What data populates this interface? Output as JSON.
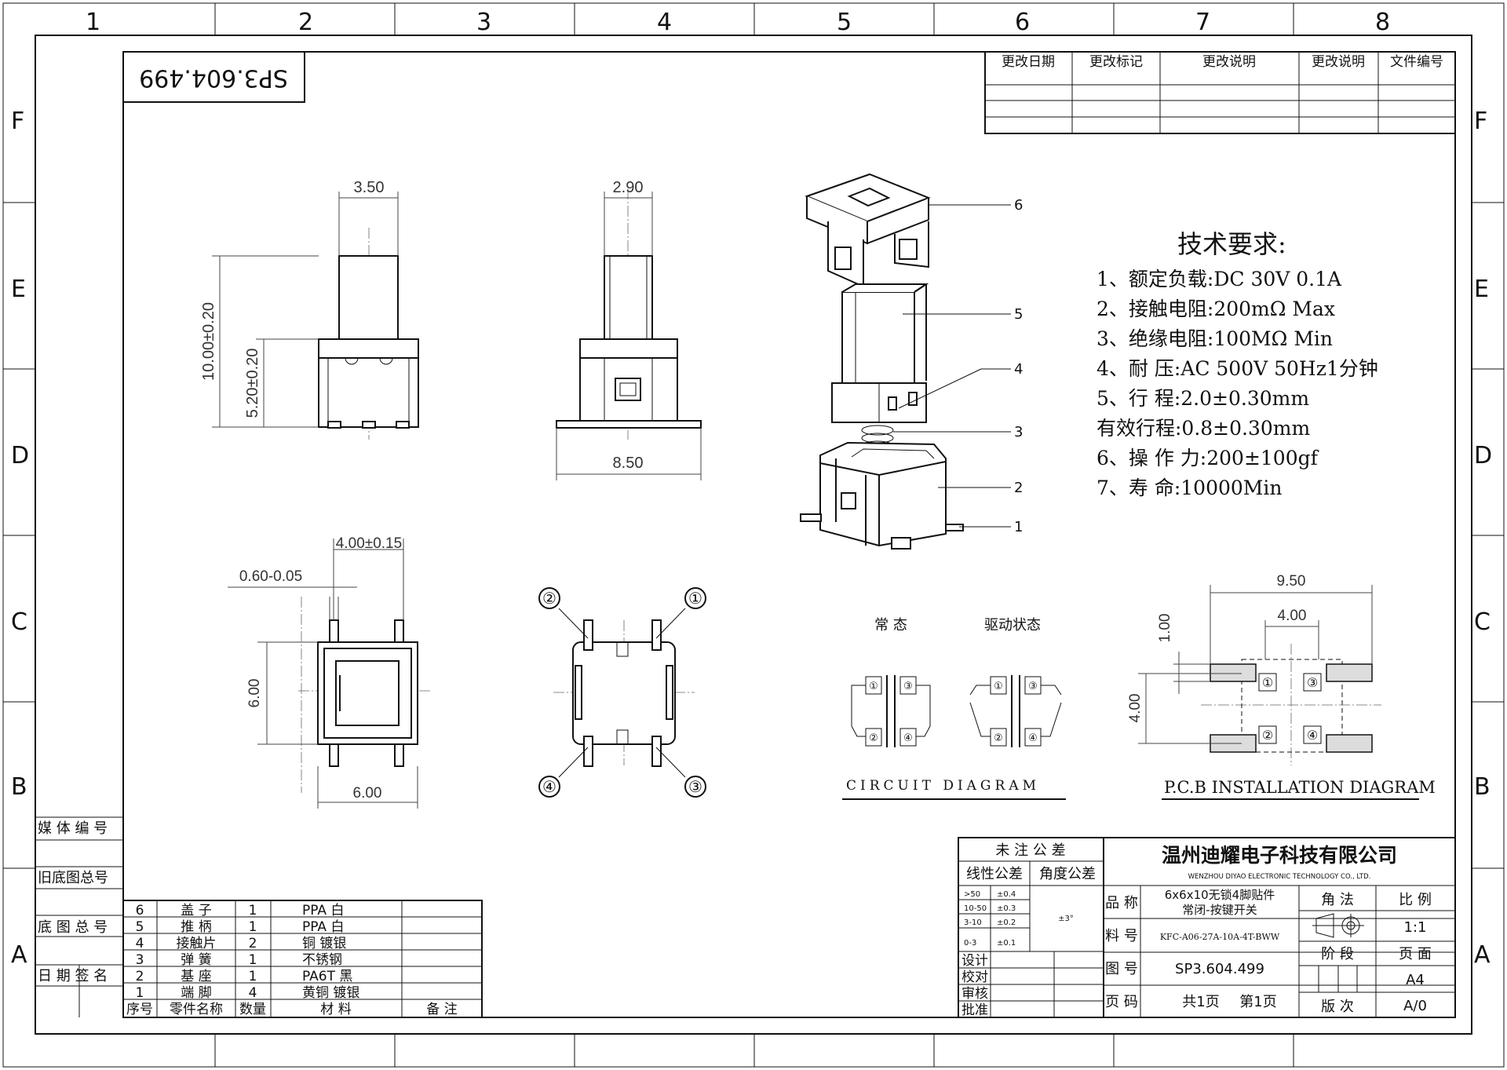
{
  "grid": {
    "columns": [
      "1",
      "2",
      "3",
      "4",
      "5",
      "6",
      "7",
      "8"
    ],
    "rows": [
      "F",
      "E",
      "D",
      "C",
      "B",
      "A"
    ]
  },
  "drawing_number_stamp": "SP3.604.499",
  "revision_table": {
    "headers": [
      "更改日期",
      "更改标记",
      "更改说明",
      "更改说明",
      "文件编号"
    ]
  },
  "views": {
    "front": {
      "dim_width": "3.50",
      "dim_height_total": "10.00±0.20",
      "dim_height_body": "5.20±0.20"
    },
    "side": {
      "dim_width": "2.90",
      "dim_base": "8.50"
    },
    "top": {
      "dim_pin": "4.00±0.15",
      "dim_pin_width": "0.60-0.05",
      "dim_body_h": "6.00",
      "dim_body_w": "6.00"
    },
    "bottom": {
      "pins": [
        "②",
        "①",
        "④",
        "③"
      ]
    }
  },
  "exploded_callouts": [
    "6",
    "5",
    "4",
    "3",
    "2",
    "1"
  ],
  "tech_requirements": {
    "title": "技术要求:",
    "items": [
      "1、额定负载:DC 30V 0.1A",
      "2、接触电阻:200mΩ Max",
      "3、绝缘电阻:100MΩ Min",
      "4、耐    压:AC 500V 50Hz1分钟",
      "5、行    程:2.0±0.30mm",
      "   有效行程:0.8±0.30mm",
      "6、操 作 力:200±100gf",
      "7、寿    命:10000Min"
    ]
  },
  "circuit": {
    "normal_label": "常  态",
    "driven_label": "驱动状态",
    "title": "CIRCUIT  DIAGRAM",
    "pins": [
      "①",
      "③",
      "②",
      "④"
    ]
  },
  "pcb": {
    "title": "P.C.B INSTALLATION DIAGRAM",
    "dim_outer": "9.50",
    "dim_inner": "4.00",
    "dim_pad": "1.00",
    "dim_height": "4.00",
    "pins": [
      "①",
      "③",
      "②",
      "④"
    ]
  },
  "left_stamps": [
    "媒 体 编 号",
    "旧底图总号",
    "底 图 总 号",
    "日 期 签 名"
  ],
  "bom": {
    "headers": [
      "序号",
      "零件名称",
      "数量",
      "材    料",
      "备    注"
    ],
    "rows": [
      {
        "no": "6",
        "name": "盖    子",
        "qty": "1",
        "material": "PPA 白"
      },
      {
        "no": "5",
        "name": "推    柄",
        "qty": "1",
        "material": "PPA 白"
      },
      {
        "no": "4",
        "name": "接触片",
        "qty": "2",
        "material": "铜  镀银"
      },
      {
        "no": "3",
        "name": "弹    簧",
        "qty": "1",
        "material": "不锈钢"
      },
      {
        "no": "2",
        "name": "基    座",
        "qty": "1",
        "material": "PA6T  黑"
      },
      {
        "no": "1",
        "name": "端    脚",
        "qty": "4",
        "material": "黄铜  镀银"
      }
    ]
  },
  "title_block": {
    "tolerance_title": "未 注 公 差",
    "linear_label": "线性公差",
    "angle_label": "角度公差",
    "tolerances": [
      [
        ">50",
        "±0.4"
      ],
      [
        "10-50",
        "±0.3"
      ],
      [
        "3-10",
        "±0.2"
      ],
      [
        "0-3",
        "±0.1"
      ]
    ],
    "angle_value": "±3°",
    "sign_rows": [
      "设计",
      "校对",
      "审核",
      "批准"
    ],
    "company_cn": "温州迪耀电子科技有限公司",
    "company_en": "WENZHOU DIYAO ELECTRONIC TECHNOLOGY CO., LTD.",
    "product_label": "品  称",
    "product_line1": "6x6x10无锁4脚贴件",
    "product_line2": "常闭-按键开关",
    "part_no_label": "料  号",
    "part_no": "KFC-A06-27A-10A-4T-BWW",
    "drawing_no_label": "图  号",
    "drawing_no": "SP3.604.499",
    "page_label": "页  码",
    "page_total": "共1页",
    "page_current": "第1页",
    "projection_label": "角  法",
    "scale_label": "比  例",
    "scale": "1:1",
    "stage_label": "阶  段",
    "sheet_label": "页  面",
    "sheet_size": "A4",
    "revision_label": "版  次",
    "revision": "A/0"
  }
}
